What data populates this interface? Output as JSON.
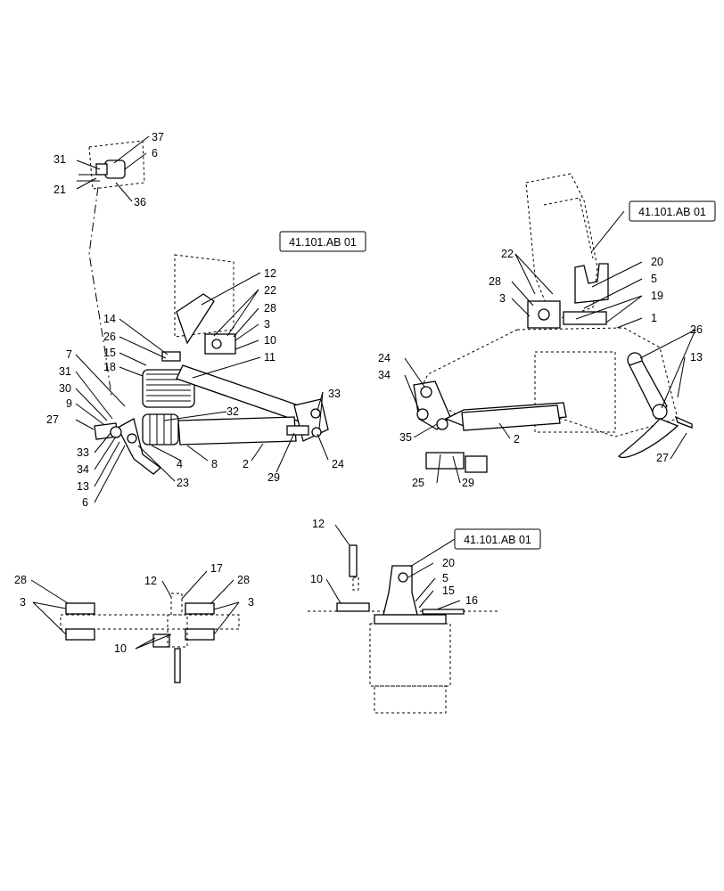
{
  "references": {
    "ref_top_left": "41.101.AB 01",
    "ref_top_right": "41.101.AB 01",
    "ref_bottom": "41.101.AB 01"
  },
  "callouts_left": {
    "c37": "37",
    "c6a": "6",
    "c31a": "31",
    "c21": "21",
    "c36": "36",
    "c12": "12",
    "c22": "22",
    "c28": "28",
    "c3": "3",
    "c10": "10",
    "c11": "11",
    "c14": "14",
    "c26": "26",
    "c15": "15",
    "c18": "18",
    "c7": "7",
    "c31b": "31",
    "c30": "30",
    "c9": "9",
    "c27": "27",
    "c33a": "33",
    "c34": "34",
    "c13": "13",
    "c6b": "6",
    "c32": "32",
    "c4": "4",
    "c8": "8",
    "c23": "23",
    "c2": "2",
    "c29": "29",
    "c33b": "33",
    "c24": "24"
  },
  "callouts_right": {
    "c22": "22",
    "c28": "28",
    "c3": "3",
    "c20": "20",
    "c5": "5",
    "c19": "19",
    "c1": "1",
    "c24": "24",
    "c34": "34",
    "c35": "35",
    "c25": "25",
    "c29": "29",
    "c2": "2",
    "c26": "26",
    "c13": "13",
    "c27": "27"
  },
  "callouts_bottom_left": {
    "c28a": "28",
    "c3a": "3",
    "c12": "12",
    "c17": "17",
    "c28b": "28",
    "c3b": "3",
    "c10": "10"
  },
  "callouts_bottom_right": {
    "c12": "12",
    "c10": "10",
    "c20": "20",
    "c5": "5",
    "c15": "15",
    "c16": "16"
  }
}
